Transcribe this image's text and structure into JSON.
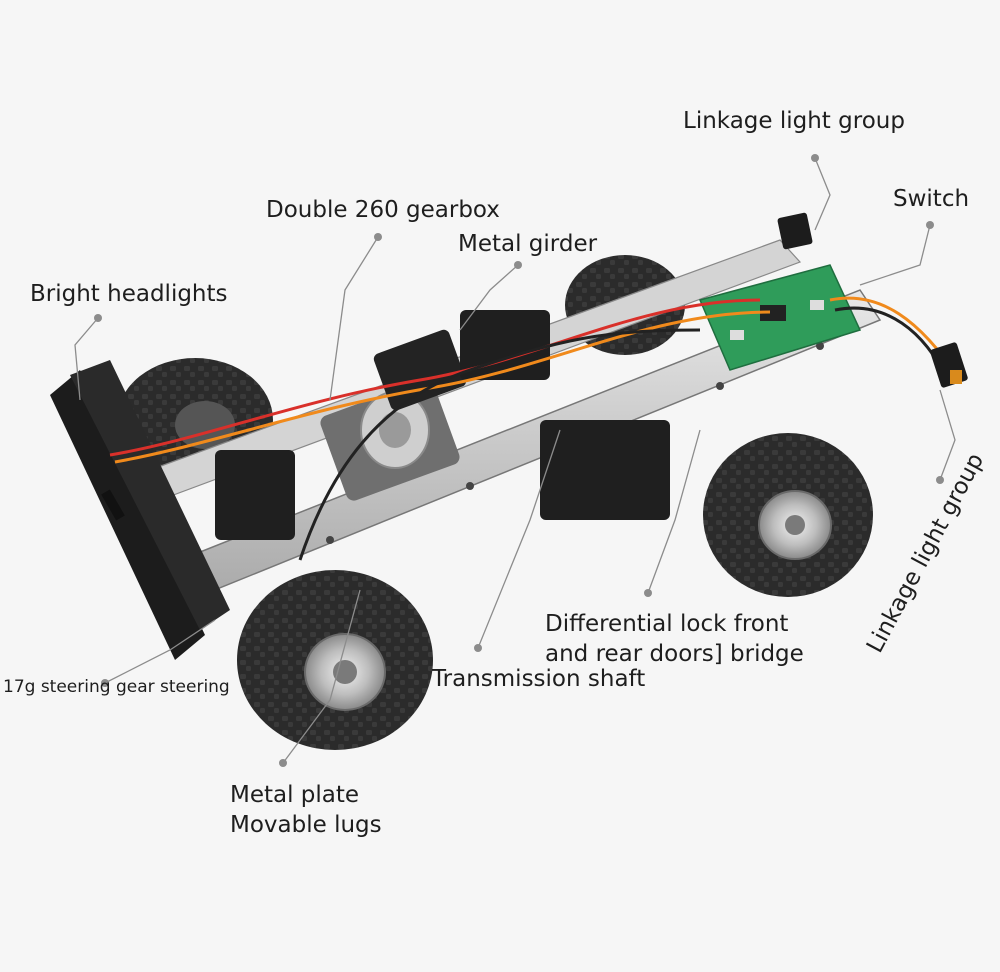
{
  "labels": {
    "linkage_light_group_top": "Linkage light group",
    "switch": "Switch",
    "double_260_gearbox": "Double 260 gearbox",
    "metal_girder": "Metal girder",
    "bright_headlights": "Bright headlights",
    "linkage_light_group_side": "Linkage light group",
    "differential_lock_line1": "Differential lock front",
    "differential_lock_line2": "and rear doors] bridge",
    "transmission_shaft": "Transmission shaft",
    "steering_gear": "17g steering gear steering",
    "metal_plate": "Metal plate",
    "movable_lugs": "Movable lugs"
  },
  "colors": {
    "background": "#f6f6f6",
    "text": "#1e1e1e",
    "leader_line": "#8c8c8c",
    "chassis_rail": "#c9c9c9",
    "tire": "#2b2b2b",
    "pcb": "#2f9c5a",
    "wire_red": "#d9302a",
    "wire_orange": "#f08a1c"
  }
}
